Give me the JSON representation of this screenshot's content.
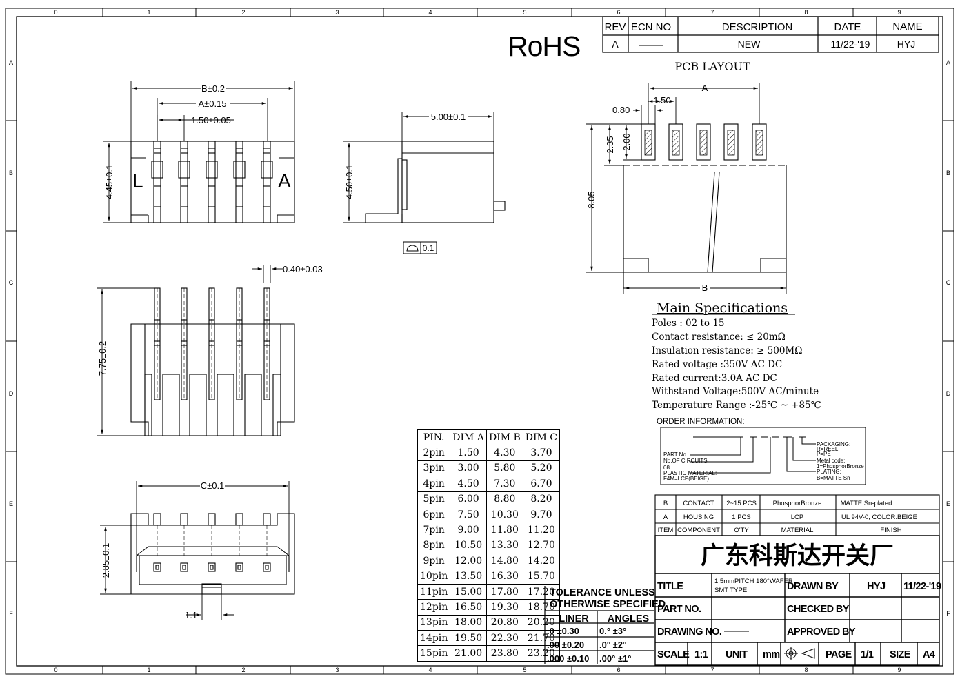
{
  "frame": {
    "cols": [
      "0",
      "1",
      "2",
      "3",
      "4",
      "5",
      "6",
      "7",
      "8",
      "9"
    ],
    "rows": [
      "A",
      "B",
      "C",
      "D",
      "E",
      "F"
    ]
  },
  "rohs": "RoHS",
  "revision_table": {
    "headers": [
      "REV",
      "ECN NO",
      "DESCRIPTION",
      "DATE",
      "NAME"
    ],
    "row": [
      "A",
      "———",
      "NEW",
      "11/22-'19",
      "HYJ"
    ]
  },
  "pcb_layout_title": "PCB LAYOUT",
  "dims": {
    "b": "B±0.2",
    "a": "A±0.15",
    "pitch": "1.50±0.05",
    "h445": "4.45±0.1",
    "w500": "5.00±0.1",
    "h450": "4.50±0.1",
    "flat": "0.1",
    "pin040": "0.40±0.03",
    "h775": "7.75±0.2",
    "c": "C±0.1",
    "h285": "2.85±0.1",
    "d11": "1.1",
    "pcb_a": "A",
    "pcb_150": "1.50",
    "pcb_080": "0.80",
    "pcb_235": "2.35",
    "pcb_200": "2.00",
    "pcb_805": "8.05",
    "pcb_b": "B",
    "letter_l": "L",
    "letter_a": "A"
  },
  "main_specs": {
    "title": "Main Specifications",
    "lines": [
      "Poles : 02 to 15",
      "Contact resistance: ≤ 20mΩ",
      "Insulation resistance: ≥ 500MΩ",
      "Rated voltage :350V AC DC",
      "Rated current:3.0A  AC DC",
      "Withstand Voltage:500V AC/minute",
      "Temperature Range :-25℃ ~ +85℃"
    ]
  },
  "order_info": {
    "title": "ORDER INFORMATION:",
    "left": [
      "PART No.",
      "No.OF CIRCUITS:",
      "08",
      "PLASTIC MATERIAL:",
      "F4M=LCP(BEIGE)"
    ],
    "right": [
      "PACKAGING:",
      "R=REEL",
      "P=PE",
      "Metal code:",
      "1=PhosphorBronze",
      "PLATING:",
      "B=MATTE Sn"
    ]
  },
  "dim_table": {
    "headers": [
      "PIN.",
      "DIM A",
      "DIM B",
      "DIM C"
    ],
    "rows": [
      [
        "2pin",
        "1.50",
        "4.30",
        "3.70"
      ],
      [
        "3pin",
        "3.00",
        "5.80",
        "5.20"
      ],
      [
        "4pin",
        "4.50",
        "7.30",
        "6.70"
      ],
      [
        "5pin",
        "6.00",
        "8.80",
        "8.20"
      ],
      [
        "6pin",
        "7.50",
        "10.30",
        "9.70"
      ],
      [
        "7pin",
        "9.00",
        "11.80",
        "11.20"
      ],
      [
        "8pin",
        "10.50",
        "13.30",
        "12.70"
      ],
      [
        "9pin",
        "12.00",
        "14.80",
        "14.20"
      ],
      [
        "10pin",
        "13.50",
        "16.30",
        "15.70"
      ],
      [
        "11pin",
        "15.00",
        "17.80",
        "17.20"
      ],
      [
        "12pin",
        "16.50",
        "19.30",
        "18.70"
      ],
      [
        "13pin",
        "18.00",
        "20.80",
        "20.20"
      ],
      [
        "14pin",
        "19.50",
        "22.30",
        "21.70"
      ],
      [
        "15pin",
        "21.00",
        "23.80",
        "23.20"
      ]
    ]
  },
  "tolerance": {
    "title1": "TOLERANCE UNLESS",
    "title2": "OTHERWISE SPECIFIED",
    "liner": "LINER",
    "angles": "ANGLES",
    "rows": [
      [
        ".0  ±0.30",
        "0.°  ±3°"
      ],
      [
        ".00  ±0.20",
        ".0°  ±2°"
      ],
      [
        ".000 ±0.10",
        ".00° ±1°"
      ]
    ]
  },
  "bom": {
    "rows": [
      [
        "B",
        "CONTACT",
        "2~15 PCS",
        "PhosphorBronze",
        "MATTE Sn-plated"
      ],
      [
        "A",
        "HOUSING",
        "1 PCS",
        "LCP",
        "UL 94V-0, COLOR:BEIGE"
      ],
      [
        "ITEM",
        "COMPONENT",
        "Q'TY",
        "MATERIAL",
        "FINISH"
      ]
    ]
  },
  "company": "广东科斯达开关厂",
  "title_block": {
    "title_label": "TITLE",
    "title_val1": "1.5mmPITCH 180°WAFER",
    "title_val2": "SMT TYPE",
    "drawn_by": "DRAWN BY",
    "drawn_name": "HYJ",
    "drawn_date": "11/22-'19",
    "part_no": "PART NO.",
    "checked_by": "CHECKED BY",
    "drawing_no": "DRAWING NO.",
    "drawing_val": "———",
    "approved_by": "APPROVED BY",
    "scale": "SCALE",
    "scale_val": "1:1",
    "unit": "UNIT",
    "unit_val": "mm",
    "page": "PAGE",
    "page_val": "1/1",
    "size": "SIZE",
    "size_val": "A4"
  }
}
